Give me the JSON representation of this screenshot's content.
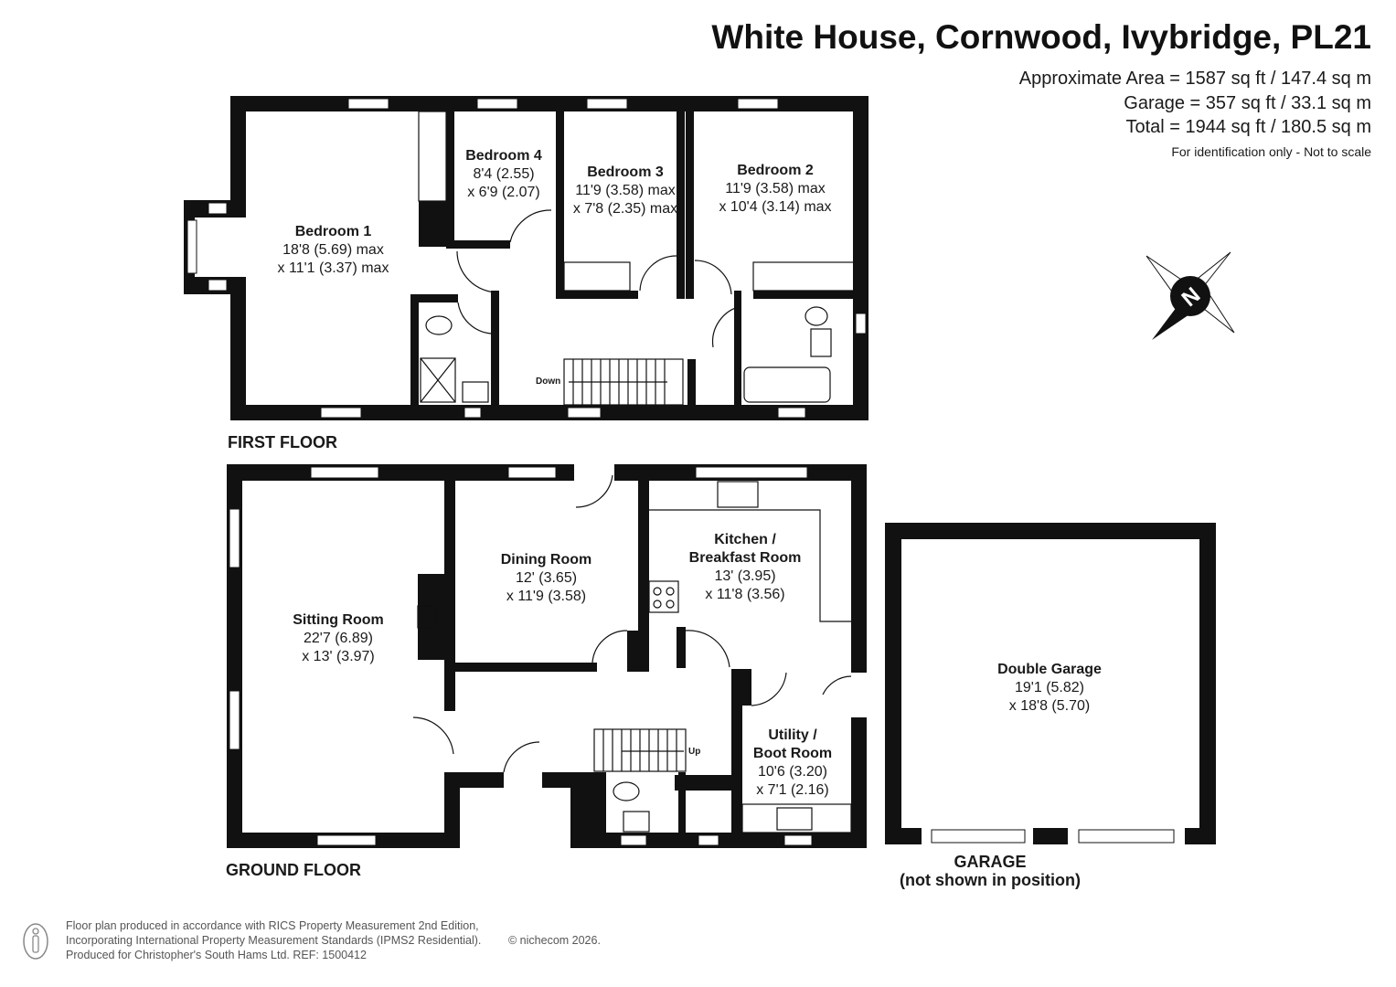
{
  "header": {
    "title": "White House, Cornwood, Ivybridge, PL21",
    "area_approx": "Approximate Area = 1587 sq ft / 147.4 sq m",
    "area_garage": "Garage = 357 sq ft / 33.1 sq m",
    "area_total": "Total = 1944 sq ft / 180.5 sq m",
    "disclaimer": "For identification only - Not to scale"
  },
  "floors": {
    "first": "FIRST FLOOR",
    "ground": "GROUND FLOOR",
    "garage_line1": "GARAGE",
    "garage_line2": "(not shown in position)"
  },
  "rooms": {
    "bedroom1": {
      "name": "Bedroom 1",
      "dim1": "18'8 (5.69) max",
      "dim2": "x 11'1 (3.37) max"
    },
    "bedroom4": {
      "name": "Bedroom 4",
      "dim1": "8'4 (2.55)",
      "dim2": "x 6'9 (2.07)"
    },
    "bedroom3": {
      "name": "Bedroom 3",
      "dim1": "11'9 (3.58) max",
      "dim2": "x 7'8 (2.35) max"
    },
    "bedroom2": {
      "name": "Bedroom 2",
      "dim1": "11'9 (3.58) max",
      "dim2": "x 10'4 (3.14) max"
    },
    "sitting": {
      "name": "Sitting Room",
      "dim1": "22'7 (6.89)",
      "dim2": "x 13' (3.97)"
    },
    "dining": {
      "name": "Dining Room",
      "dim1": "12' (3.65)",
      "dim2": "x 11'9 (3.58)"
    },
    "kitchen": {
      "name1": "Kitchen /",
      "name2": "Breakfast Room",
      "dim1": "13' (3.95)",
      "dim2": "x 11'8 (3.56)"
    },
    "utility": {
      "name1": "Utility /",
      "name2": "Boot Room",
      "dim1": "10'6 (3.20)",
      "dim2": "x 7'1 (2.16)"
    },
    "garage": {
      "name": "Double Garage",
      "dim1": "19'1 (5.82)",
      "dim2": "x 18'8 (5.70)"
    }
  },
  "stairs": {
    "down": "Down",
    "up": "Up"
  },
  "compass_letter": "N",
  "footer": {
    "line1": "Floor plan produced in accordance with RICS Property Measurement 2nd Edition,",
    "line2": "Incorporating International Property Measurement Standards (IPMS2 Residential).",
    "line3": "Produced for Christopher's South Hams Ltd.   REF: 1500412",
    "copyright": "© nichecom 2026."
  }
}
